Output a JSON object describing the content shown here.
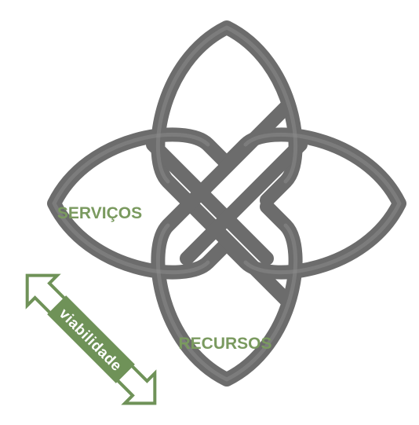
{
  "diagram": {
    "labels": {
      "left_loop": "SERVIÇOS",
      "bottom_loop": "RECURSOS",
      "arrow": "viabilidade"
    },
    "colors": {
      "knot_stroke": "#6e6e6e",
      "knot_highlight": "#8c8c8c",
      "label_green": "#7a9a5f",
      "arrow_fill": "#6f9258",
      "arrow_outline": "#ffffff",
      "arrow_text": "#ffffff"
    }
  }
}
